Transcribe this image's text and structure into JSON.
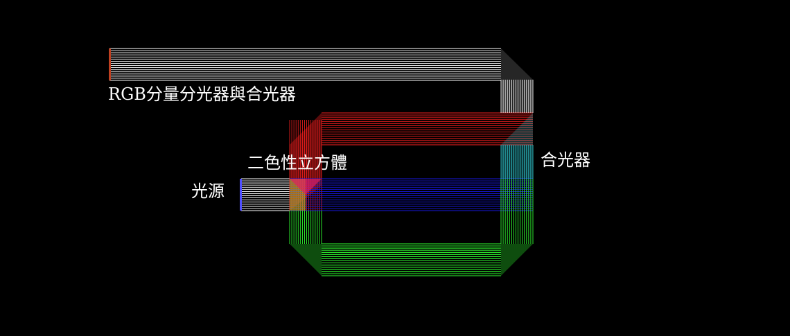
{
  "labels": {
    "title": "RGB分量分光器與合光器",
    "dichroic_cube": "二色性立方體",
    "light_source": "光源",
    "combiner": "合光器"
  },
  "colors": {
    "background": "#000000",
    "white_beam": "#ffffff",
    "red_beam": "#ff2020",
    "green_beam": "#30ff30",
    "blue_beam": "#1818e0",
    "cyan_overlap": "#30c8d0",
    "yellow_overlap": "#c8c020",
    "magenta_overlap": "#e02060",
    "source_marker": "#5050ff",
    "output_marker": "#c04020",
    "text": "#ffffff"
  }
}
